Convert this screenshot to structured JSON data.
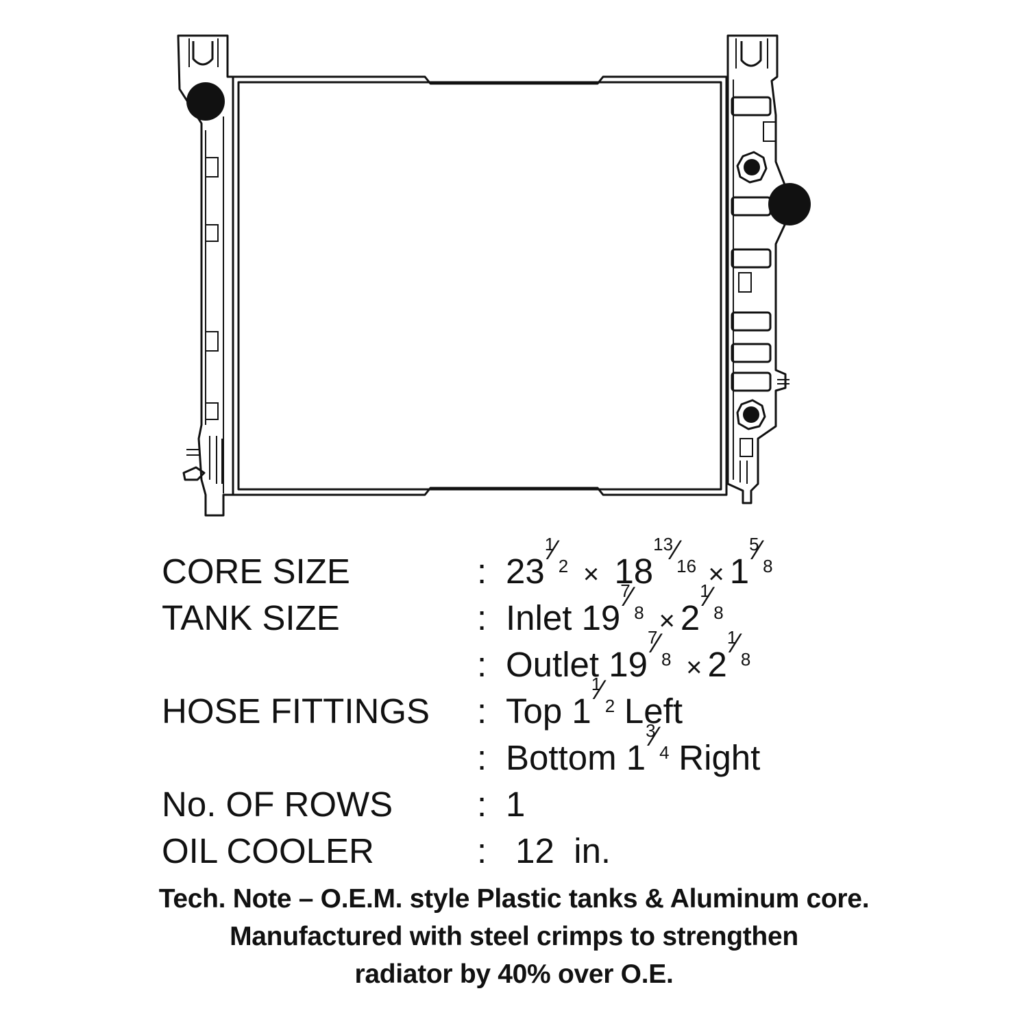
{
  "specs": {
    "core_size": {
      "label": "CORE SIZE",
      "colon": ":",
      "w": "23",
      "w_num": "1",
      "w_den": "2",
      "times1": "×",
      "h": "18",
      "h_num": "13",
      "h_den": "16",
      "times2": "×",
      "d": "1",
      "d_num": "5",
      "d_den": "8"
    },
    "tank_size": {
      "label": "TANK SIZE",
      "colon": ":",
      "inlet_text": "Inlet 19",
      "inlet_num": "7",
      "inlet_den": "8",
      "inlet_times": "×",
      "inlet_b": "2",
      "inlet_b_num": "1",
      "inlet_b_den": "8",
      "outlet_colon": ":",
      "outlet_text": "Outlet 19",
      "outlet_num": "7",
      "outlet_den": "8",
      "outlet_times": "×",
      "outlet_b": "2",
      "outlet_b_num": "1",
      "outlet_b_den": "8"
    },
    "hose_fittings": {
      "label": "HOSE FITTINGS",
      "colon": ":",
      "top_text": "Top 1",
      "top_num": "1",
      "top_den": "2",
      "top_side": " Left",
      "bottom_colon": ":",
      "bottom_text": "Bottom 1",
      "bottom_num": "3",
      "bottom_den": "4",
      "bottom_side": " Right"
    },
    "rows": {
      "label": "No. OF ROWS",
      "colon": ":",
      "value": "1"
    },
    "oil_cooler": {
      "label": "OIL COOLER",
      "colon": ":",
      "value": " 12  in."
    }
  },
  "note": {
    "line1": "Tech. Note – O.E.M. style Plastic tanks & Aluminum core.",
    "line2": "Manufactured with steel crimps to strengthen",
    "line3": "radiator by 40% over O.E."
  },
  "colors": {
    "ink": "#111111",
    "background": "#ffffff"
  }
}
